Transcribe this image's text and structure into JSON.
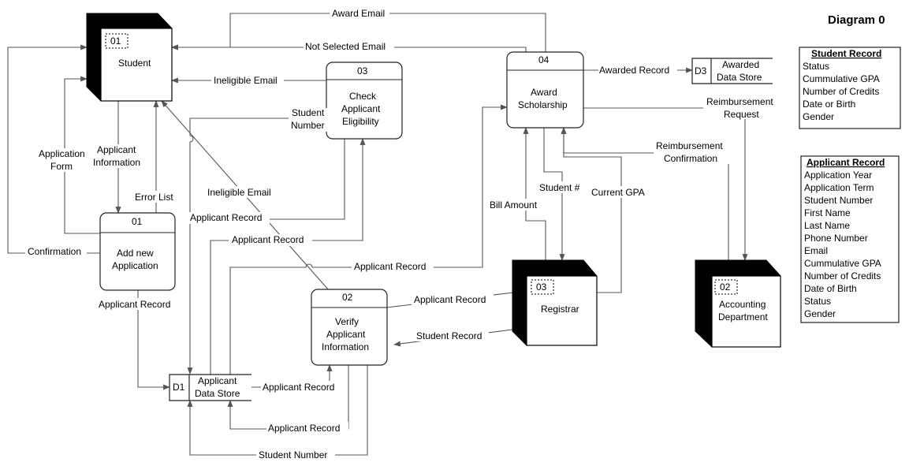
{
  "diagram_title": "Diagram 0",
  "entities": {
    "student": {
      "id": "01",
      "name": "Student"
    },
    "registrar": {
      "id": "03",
      "name": "Registrar"
    },
    "accounting": {
      "id": "02",
      "name_line1": "Accounting",
      "name_line2": "Department"
    }
  },
  "processes": {
    "add_new_application": {
      "id": "01",
      "line1": "Add new",
      "line2": "Application"
    },
    "verify_applicant_information": {
      "id": "02",
      "line1": "Verify",
      "line2": "Applicant",
      "line3": "Information"
    },
    "check_applicant_eligibility": {
      "id": "03",
      "line1": "Check",
      "line2": "Applicant",
      "line3": "Eligibility"
    },
    "award_scholarship": {
      "id": "04",
      "line1": "Award",
      "line2": "Scholarship"
    }
  },
  "data_stores": {
    "d1": {
      "id": "D1",
      "line1": "Applicant",
      "line2": "Data Store"
    },
    "d3": {
      "id": "D3",
      "line1": "Awarded",
      "line2": "Data Store"
    }
  },
  "flows": {
    "award_email": "Award Email",
    "not_selected_email": "Not Selected Email",
    "ineligible_email_1": "Ineligible Email",
    "ineligible_email_2": "Ineligible Email",
    "awarded_record": "Awarded Record",
    "reimbursement_request_1": "Reimbursement",
    "reimbursement_request_2": "Request",
    "reimbursement_confirmation_1": "Reimbursement",
    "reimbursement_confirmation_2": "Confirmation",
    "student_number_1": "Student",
    "student_number_2": "Number",
    "application_form_1": "Application",
    "application_form_2": "Form",
    "applicant_information_1": "Applicant",
    "applicant_information_2": "Information",
    "error_list": "Error List",
    "confirmation": "Confirmation",
    "applicant_record_a": "Applicant Record",
    "applicant_record_b": "Applicant Record",
    "applicant_record_c": "Applicant Record",
    "applicant_record_d": "Applicant Record",
    "applicant_record_e": "Applicant Record",
    "applicant_record_f": "Applicant Record",
    "applicant_record_g": "Applicant Record",
    "student_record": "Student Record",
    "student_hash": "Student #",
    "current_gpa": "Current GPA",
    "bill_amount": "Bill Amount",
    "student_number_bottom": "Student Number"
  },
  "legends": {
    "student_record": {
      "title": "Student Record",
      "fields": [
        "Status",
        "Cummulative GPA",
        "Number of Credits",
        "Date or Birth",
        "Gender"
      ]
    },
    "applicant_record": {
      "title": "Applicant Record",
      "fields": [
        "Application Year",
        "Application Term",
        "Student Number",
        "First Name",
        "Last Name",
        "Phone Number",
        "Email",
        "Cummulative GPA",
        "Number of Credits",
        "Date of Birth",
        "Status",
        "Gender"
      ]
    }
  }
}
